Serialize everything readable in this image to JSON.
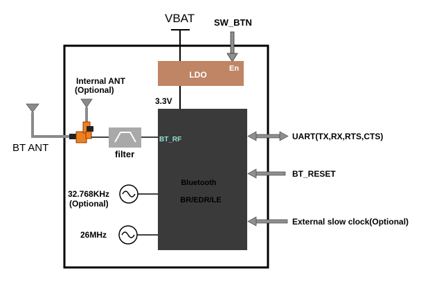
{
  "diagram": {
    "vbat_label": "VBAT",
    "sw_btn_label": "SW_BTN",
    "ldo_label": "LDO",
    "ldo_en_label": "En",
    "rail_label": "3.3V",
    "internal_ant_label_line1": "Internal ANT",
    "internal_ant_label_line2": "(Optional)",
    "bt_ant_label": "BT ANT",
    "filter_label": "filter",
    "bt_rf_label": "BT_RF",
    "bluetooth_label_line1": "Bluetooth",
    "bluetooth_label_line2": "BR/EDR/LE",
    "crystal_32k_label_line1": "32.768KHz",
    "crystal_32k_label_line2": "(Optional)",
    "crystal_26m_label": "26MHz",
    "uart_label": "UART(TX,RX,RTS,CTS)",
    "bt_reset_label": "BT_RESET",
    "slow_clock_label": "External slow clock(Optional)"
  },
  "colors": {
    "ldo_fill": "#c08565",
    "chip_fill": "#3a3a3a",
    "filter_fill": "#a9a9a9",
    "connector_fill": "#f07f1e",
    "arrow_fill": "#8f8f8f",
    "bt_rf_text": "#8fe0d2"
  }
}
